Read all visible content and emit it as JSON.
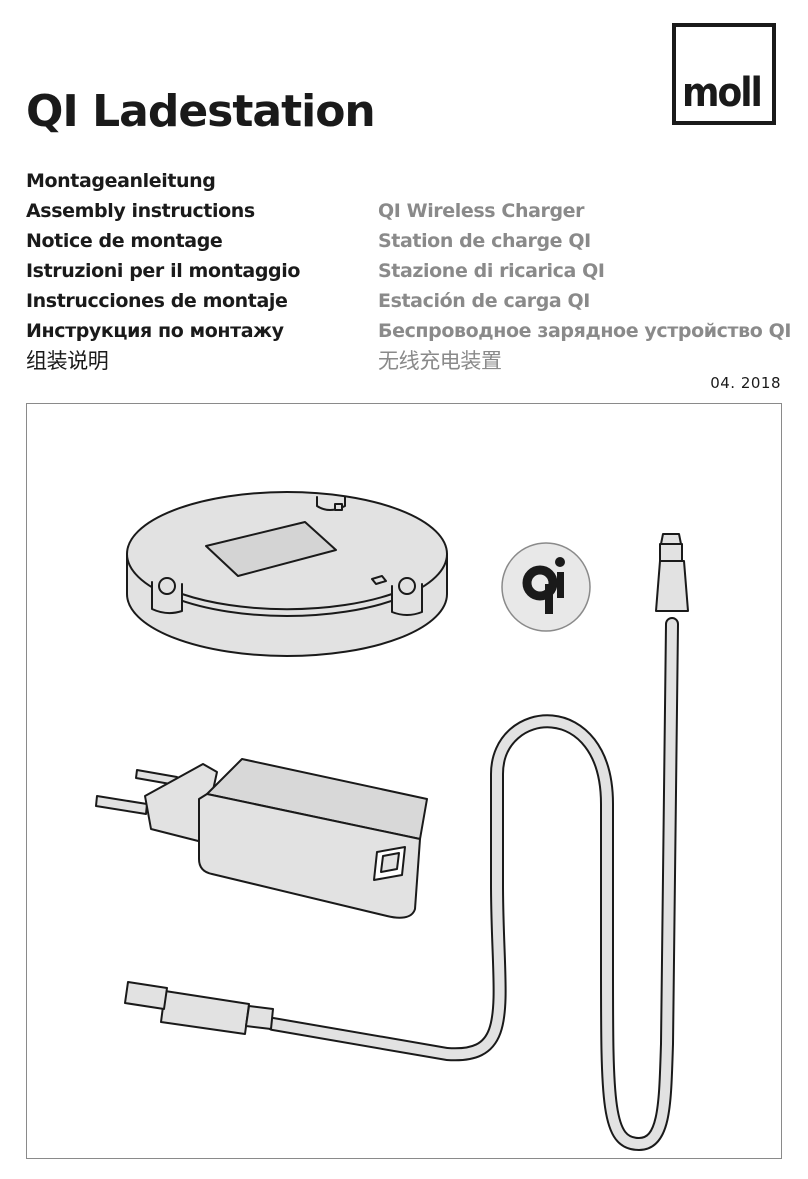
{
  "header": {
    "title": "QI Ladestation",
    "logo_text": "moll",
    "date": "04. 2018"
  },
  "instructions": [
    "Montageanleitung",
    "Assembly instructions",
    "Notice de montage",
    "Istruzioni per il montaggio",
    "Instrucciones de montaje",
    "Инструкция по монтажу",
    "组装说明"
  ],
  "product_names": [
    "QI Wireless Charger",
    "Station de charge QI",
    "Stazione di ricarica QI",
    "Estación de carga QI",
    "Беспроводное зарядное устройство QI",
    "无线充电装置"
  ],
  "illustration": {
    "components": [
      "qi-charging-pad",
      "qi-logo",
      "usb-wall-adapter",
      "usb-cable"
    ],
    "colors": {
      "body": "#e2e2e2",
      "outline": "#1a1a1a",
      "frame": "#8a8a8a"
    }
  }
}
